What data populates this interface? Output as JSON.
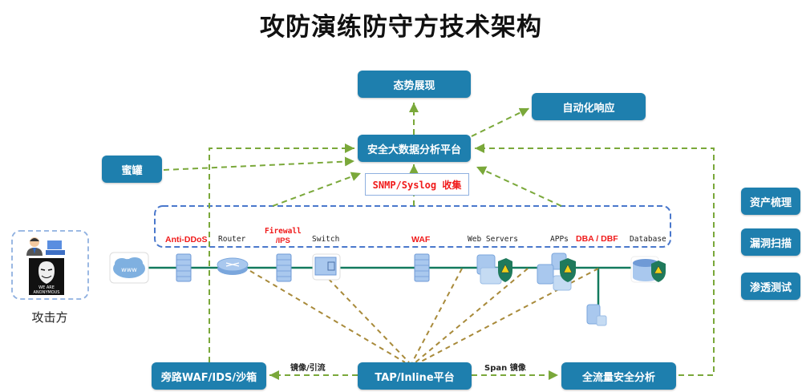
{
  "title": "攻防演练防守方技术架构",
  "colors": {
    "box_fill": "#1e7fae",
    "flow_dash": "#7aa83a",
    "mirror_dash": "#a88a3a",
    "zone_dash": "#4a78cc",
    "network_line": "#127a5e",
    "highlight_red": "#f01a1a"
  },
  "boxes": {
    "situation": "态势展现",
    "auto_response": "自动化响应",
    "bigdata": "安全大数据分析平台",
    "honeypot": "蜜罐",
    "bypass": "旁路WAF/IDS/沙箱",
    "tap": "TAP/Inline平台",
    "fullflow": "全流量安全分析"
  },
  "snmp_label": "SNMP/Syslog 收集",
  "right_services": [
    "资产梳理",
    "漏洞扫描",
    "渗透测试"
  ],
  "devices": [
    {
      "label": "Anti-DDoS",
      "highlight": true
    },
    {
      "label": "Router",
      "highlight": false
    },
    {
      "label": "Firewall\n/IPS",
      "highlight": true
    },
    {
      "label": "Switch",
      "highlight": false
    },
    {
      "label": "WAF",
      "highlight": true
    },
    {
      "label": "Web Servers",
      "highlight": false
    },
    {
      "label": "APPs",
      "highlight": false
    },
    {
      "label": "DBA / DBF",
      "highlight": true
    },
    {
      "label": "Database",
      "highlight": false
    }
  ],
  "internet_label": "www",
  "attacker": {
    "label": "攻击方",
    "badge_line1": "WE ARE",
    "badge_line2": "ANONYMOUS"
  },
  "edge_labels": {
    "mirror_redirect": "镜像/引流",
    "span_mirror": "Span 镜像"
  }
}
